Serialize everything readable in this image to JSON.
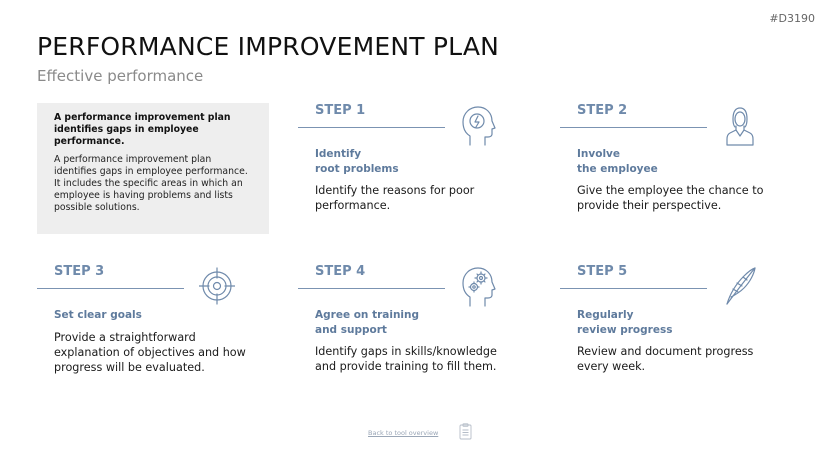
{
  "header": {
    "code": "#D3190",
    "title": "PERFORMANCE IMPROVEMENT PLAN",
    "subtitle": "Effective performance"
  },
  "intro": {
    "heading": "A performance improvement plan identifies gaps in employee performance.",
    "body": "A performance improvement plan identifies gaps in employee performance. It includes the specific areas in which an employee is having problems and lists possible solutions."
  },
  "steps": [
    {
      "label": "STEP 1",
      "heading_1": "Identify",
      "heading_2": "root problems",
      "text": "Identify the reasons for poor performance.",
      "icon": "brain-head-icon"
    },
    {
      "label": "STEP 2",
      "heading_1": "Involve",
      "heading_2": "the employee",
      "text": "Give the employee the chance to provide their perspective.",
      "icon": "employee-icon"
    },
    {
      "label": "STEP 3",
      "heading_1": "Set clear goals",
      "heading_2": "",
      "text": "Provide a straightforward explanation of objectives and how progress will be evaluated.",
      "icon": "target-icon"
    },
    {
      "label": "STEP 4",
      "heading_1": "Agree on training",
      "heading_2": "and support",
      "text": "Identify gaps in skills/knowledge and provide training to fill them.",
      "icon": "gears-head-icon"
    },
    {
      "label": "STEP 5",
      "heading_1": "Regularly",
      "heading_2": "review progress",
      "text": "Review and document progress every week.",
      "icon": "quill-icon"
    }
  ],
  "footer": {
    "link": "Back to tool overview"
  },
  "colors": {
    "accent": "#6f8aab",
    "heading": "#5e7a9c",
    "intro_bg": "#eeeeee"
  }
}
